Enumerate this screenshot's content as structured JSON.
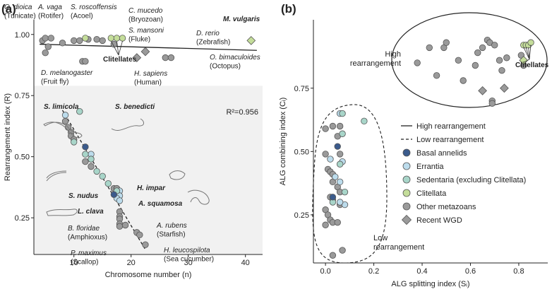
{
  "panels": [
    {
      "id": "a",
      "panel_label": "(a)",
      "chart_data": {
        "type": "scatter",
        "xlabel": "Chromosome number (n)",
        "ylabel": "Rearrangement index (R)",
        "xlim": [
          3,
          43
        ],
        "ylim": [
          0.1,
          1.06
        ],
        "xticks": [
          10,
          20,
          30,
          40
        ],
        "yticks": [
          0.25,
          0.5,
          0.75,
          1.0
        ],
        "ytick_labels": [
          "0.25",
          "0.50",
          "0.75",
          "1.00"
        ],
        "r2_label": "R²=0.956",
        "shaded_ymax": 0.79,
        "fit_lines": [
          {
            "style": "solid",
            "x": [
              4,
              42
            ],
            "y": [
              0.96,
              0.935
            ]
          },
          {
            "style": "dashed",
            "x": [
              8,
              22.5
            ],
            "y": [
              0.69,
              0.12
            ]
          }
        ],
        "series": [
          {
            "name": "Other metazoans",
            "marker": "circle",
            "color": "#9a9a9a",
            "points": [
              [
                4.5,
                0.975
              ],
              [
                5,
                0.985
              ],
              [
                6,
                0.985
              ],
              [
                5.5,
                0.95
              ],
              [
                5,
                0.925
              ],
              [
                8,
                0.965
              ],
              [
                10,
                0.975
              ],
              [
                11,
                0.975
              ],
              [
                12.5,
                0.98
              ],
              [
                14,
                0.98
              ],
              [
                15,
                0.975
              ],
              [
                17,
                0.96
              ],
              [
                11.5,
                0.89
              ],
              [
                12,
                0.89
              ],
              [
                26,
                0.905
              ],
              [
                27,
                0.905
              ],
              [
                8.5,
                0.645
              ],
              [
                9,
                0.62
              ],
              [
                9.5,
                0.6
              ],
              [
                9.5,
                0.585
              ],
              [
                10,
                0.57
              ],
              [
                12,
                0.48
              ],
              [
                13,
                0.46
              ],
              [
                17,
                0.37
              ],
              [
                17.5,
                0.37
              ],
              [
                18,
                0.275
              ],
              [
                18,
                0.255
              ],
              [
                18,
                0.245
              ],
              [
                18,
                0.225
              ],
              [
                18,
                0.215
              ],
              [
                19,
                0.22
              ],
              [
                21,
                0.19
              ],
              [
                21.5,
                0.18
              ],
              [
                22.5,
                0.14
              ]
            ]
          },
          {
            "name": "Errantia",
            "marker": "circle",
            "color": "#bcdcec",
            "points": [
              [
                8.5,
                0.67
              ],
              [
                13,
                0.51
              ],
              [
                18,
                0.36
              ],
              [
                18,
                0.34
              ],
              [
                17.5,
                0.33
              ],
              [
                18,
                0.32
              ]
            ]
          },
          {
            "name": "Sedentaria (excluding Clitellata)",
            "marker": "circle",
            "color": "#a8d5c9",
            "points": [
              [
                11,
                0.685
              ],
              [
                10,
                0.56
              ],
              [
                12,
                0.51
              ],
              [
                13,
                0.49
              ],
              [
                14,
                0.44
              ],
              [
                15,
                0.42
              ],
              [
                16,
                0.39
              ],
              [
                17.5,
                0.36
              ]
            ]
          },
          {
            "name": "Clitellata",
            "marker": "circle",
            "color": "#c4dd9a",
            "points": [
              [
                12,
                0.985
              ],
              [
                16.5,
                0.985
              ],
              [
                17.5,
                0.985
              ],
              [
                18.5,
                0.985
              ]
            ]
          },
          {
            "name": "Basal annelids",
            "marker": "circle",
            "color": "#3b5b8c",
            "points": [
              [
                12,
                0.54
              ],
              [
                17,
                0.345
              ]
            ]
          },
          {
            "name": "Recent WGD",
            "marker": "diamond",
            "color": "#9a9a9a",
            "points": [
              [
                21,
                0.905
              ],
              [
                22.5,
                0.93
              ]
            ]
          },
          {
            "name": "M. vulgaris",
            "marker": "diamond",
            "color": "#c4dd9a",
            "points": [
              [
                41,
                0.975
              ]
            ]
          }
        ],
        "annotations": [
          {
            "lines": [
              "O. dioica",
              "(Tunicate)"
            ],
            "italic_first": true,
            "bold": false
          },
          {
            "lines": [
              "A. vaga",
              "(Rotifer)"
            ],
            "italic_first": true,
            "bold": false
          },
          {
            "lines": [
              "S. roscoffensis",
              "(Acoel)"
            ],
            "italic_first": true,
            "bold": false
          },
          {
            "lines": [
              "C. mucedo",
              "(Bryozoan)"
            ],
            "italic_first": true,
            "bold": false
          },
          {
            "lines": [
              "S. mansoni",
              "(Fluke)"
            ],
            "italic_first": true,
            "bold": false
          },
          {
            "lines": [
              "M. vulgaris"
            ],
            "italic_first": true,
            "bold": true
          },
          {
            "lines": [
              "D. rerio",
              "(Zebrafish)"
            ],
            "italic_first": true,
            "bold": false
          },
          {
            "lines": [
              "Clitellates"
            ],
            "italic_first": false,
            "bold": true
          },
          {
            "lines": [
              "O. bimaculoides",
              "(Octopus)"
            ],
            "italic_first": true,
            "bold": false
          },
          {
            "lines": [
              "H. sapiens",
              "(Human)"
            ],
            "italic_first": true,
            "bold": false
          },
          {
            "lines": [
              "D. melanogaster",
              "(Fruit fly)"
            ],
            "italic_first": true,
            "bold": false
          },
          {
            "lines": [
              "S. limicola"
            ],
            "italic_first": true,
            "bold": true
          },
          {
            "lines": [
              "S. benedicti"
            ],
            "italic_first": true,
            "bold": true
          },
          {
            "lines": [
              "S. nudus"
            ],
            "italic_first": true,
            "bold": true
          },
          {
            "lines": [
              "H. impar"
            ],
            "italic_first": true,
            "bold": true
          },
          {
            "lines": [
              "L. clava"
            ],
            "italic_first": true,
            "bold": true
          },
          {
            "lines": [
              "A. squamosa"
            ],
            "italic_first": true,
            "bold": true
          },
          {
            "lines": [
              "B. floridae",
              "(Amphioxus)"
            ],
            "italic_first": true,
            "bold": false
          },
          {
            "lines": [
              "A. rubens",
              "(Starfish)"
            ],
            "italic_first": true,
            "bold": false
          },
          {
            "lines": [
              "P. maximus",
              "(Scallop)"
            ],
            "italic_first": true,
            "bold": false
          },
          {
            "lines": [
              "H. leucospilota",
              "(Sea cucumber)"
            ],
            "italic_first": true,
            "bold": false
          }
        ]
      }
    },
    {
      "id": "b",
      "panel_label": "(b)",
      "chart_data": {
        "type": "scatter",
        "xlabel": "ALG splitting index (Sᵢ)",
        "ylabel": "ALG combining index (Cᵢ)",
        "xlim": [
          -0.05,
          0.92
        ],
        "ylim": [
          0.06,
          1.02
        ],
        "xticks": [
          0.0,
          0.2,
          0.4,
          0.6,
          0.8
        ],
        "xtick_labels": [
          "0.0",
          "0.2",
          "0.4",
          "0.6",
          "0.8"
        ],
        "yticks": [
          0.25,
          0.5,
          0.75
        ],
        "ytick_labels": [
          "0.25",
          "0.50",
          "0.75"
        ],
        "high_group_label": [
          "High",
          "rearrangement"
        ],
        "low_group_label": [
          "Low",
          "rearrangement"
        ],
        "clitellates_label": "Clitellates",
        "series": [
          {
            "name": "Other metazoans",
            "marker": "circle",
            "color": "#9a9a9a",
            "points": [
              [
                0.38,
                0.85
              ],
              [
                0.43,
                0.91
              ],
              [
                0.49,
                0.91
              ],
              [
                0.5,
                0.93
              ],
              [
                0.55,
                0.86
              ],
              [
                0.62,
                0.84
              ],
              [
                0.63,
                0.89
              ],
              [
                0.65,
                0.91
              ],
              [
                0.67,
                0.94
              ],
              [
                0.68,
                0.93
              ],
              [
                0.7,
                0.92
              ],
              [
                0.72,
                0.86
              ],
              [
                0.75,
                0.87
              ],
              [
                0.81,
                0.88
              ],
              [
                0.82,
                0.84
              ],
              [
                0.46,
                0.8
              ],
              [
                0.73,
                0.82
              ],
              [
                0.57,
                0.78
              ],
              [
                0.69,
                0.7
              ],
              [
                0.69,
                0.69
              ],
              [
                0.0,
                0.59
              ],
              [
                0.03,
                0.6
              ],
              [
                0.06,
                0.6
              ],
              [
                0.05,
                0.56
              ],
              [
                0.0,
                0.49
              ],
              [
                0.06,
                0.49
              ],
              [
                0.01,
                0.43
              ],
              [
                0.02,
                0.42
              ],
              [
                0.03,
                0.41
              ],
              [
                0.03,
                0.38
              ],
              [
                0.05,
                0.36
              ],
              [
                0.06,
                0.34
              ],
              [
                0.02,
                0.32
              ],
              [
                0.03,
                0.31
              ],
              [
                0.06,
                0.29
              ],
              [
                0.0,
                0.27
              ],
              [
                0.01,
                0.25
              ],
              [
                0.02,
                0.23
              ],
              [
                0.03,
                0.22
              ],
              [
                0.05,
                0.22
              ],
              [
                0.0,
                0.21
              ],
              [
                0.03,
                0.09
              ],
              [
                0.07,
                0.11
              ]
            ]
          },
          {
            "name": "Errantia",
            "marker": "circle",
            "color": "#bcdcec",
            "points": [
              [
                0.06,
                0.65
              ],
              [
                0.02,
                0.47
              ],
              [
                0.07,
                0.46
              ],
              [
                0.04,
                0.4
              ],
              [
                0.06,
                0.38
              ],
              [
                0.08,
                0.29
              ],
              [
                0.06,
                0.3
              ]
            ]
          },
          {
            "name": "Sedentaria (excluding Clitellata)",
            "marker": "circle",
            "color": "#a8d5c9",
            "points": [
              [
                0.07,
                0.65
              ],
              [
                0.16,
                0.62
              ],
              [
                0.07,
                0.57
              ],
              [
                0.06,
                0.45
              ],
              [
                0.08,
                0.34
              ],
              [
                0.03,
                0.3
              ]
            ]
          },
          {
            "name": "Clitellata",
            "marker": "circle",
            "color": "#c4dd9a",
            "points": [
              [
                0.82,
                0.92
              ],
              [
                0.83,
                0.92
              ],
              [
                0.84,
                0.92
              ],
              [
                0.85,
                0.93
              ]
            ]
          },
          {
            "name": "Basal annelids",
            "marker": "circle",
            "color": "#3b5b8c",
            "points": [
              [
                0.05,
                0.52
              ],
              [
                0.03,
                0.32
              ]
            ]
          },
          {
            "name": "Recent WGD",
            "marker": "diamond",
            "color": "#9a9a9a",
            "points": [
              [
                0.65,
                0.74
              ],
              [
                0.74,
                0.75
              ]
            ]
          },
          {
            "name": "Clitellates diamond",
            "marker": "diamond",
            "color": "#c4dd9a",
            "points": [
              [
                0.82,
                0.86
              ]
            ]
          }
        ],
        "legend": [
          {
            "kind": "line-solid",
            "label": "High rearrangement"
          },
          {
            "kind": "line-dashed",
            "label": "Low rearrangement"
          },
          {
            "kind": "circle",
            "color": "#3b5b8c",
            "label": "Basal annelids"
          },
          {
            "kind": "circle",
            "color": "#bcdcec",
            "label": "Errantia"
          },
          {
            "kind": "circle",
            "color": "#a8d5c9",
            "label": "Sedentaria (excluding Clitellata)"
          },
          {
            "kind": "circle",
            "color": "#c4dd9a",
            "label": "Clitellata"
          },
          {
            "kind": "circle",
            "color": "#9a9a9a",
            "label": "Other metazoans"
          },
          {
            "kind": "diamond",
            "color": "#9a9a9a",
            "label": "Recent WGD"
          }
        ]
      }
    }
  ]
}
